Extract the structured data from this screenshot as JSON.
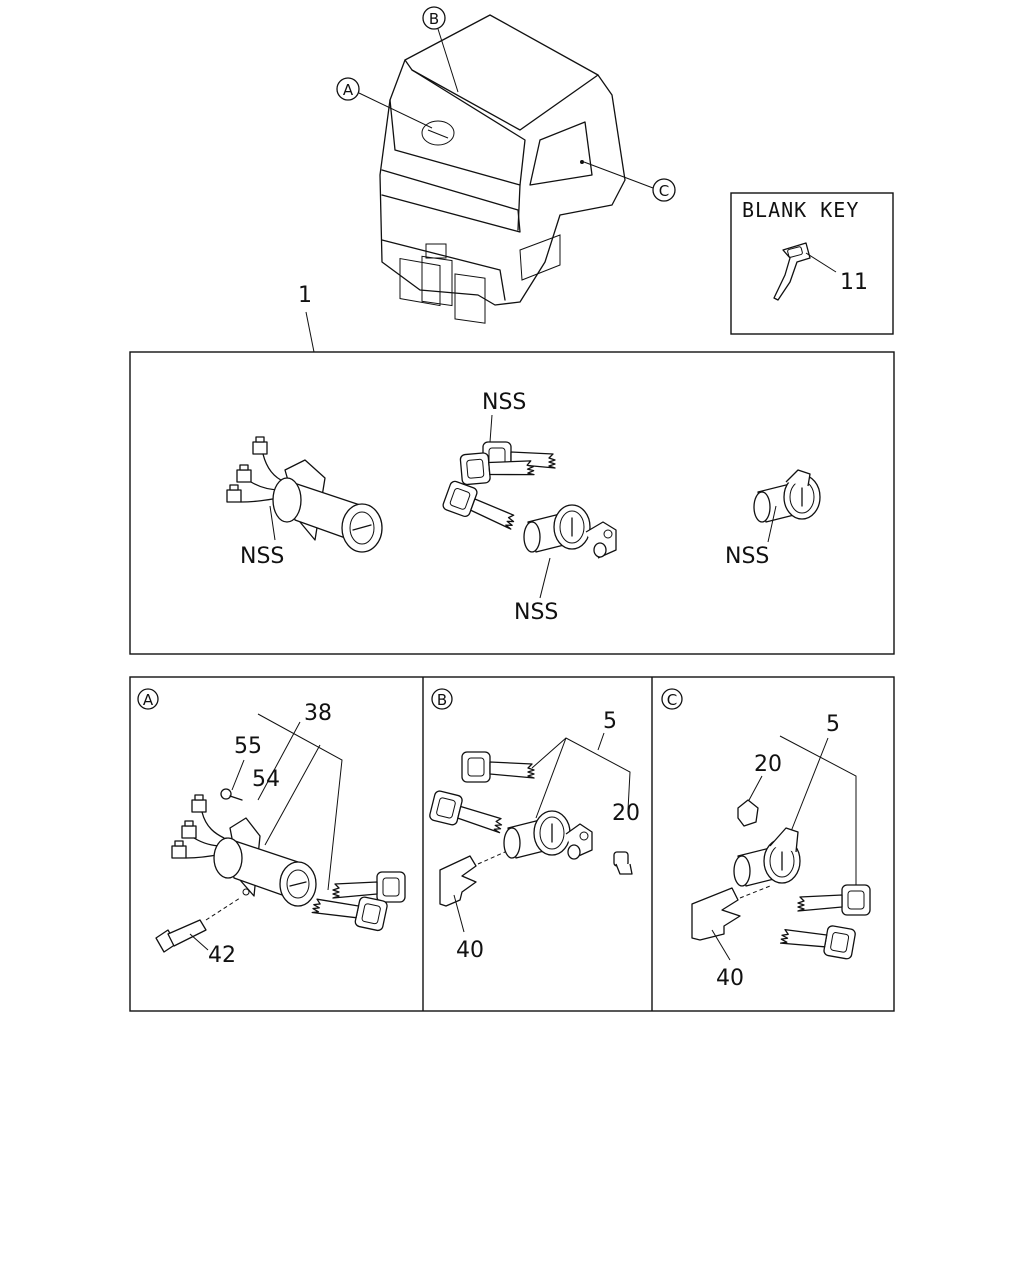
{
  "callouts": {
    "a": "A",
    "b": "B",
    "c": "C"
  },
  "blank_key": {
    "title": "BLANK KEY",
    "part": "11"
  },
  "assembly": {
    "part": "1",
    "nss": "NSS"
  },
  "panel_a": {
    "tag": "A",
    "p38": "38",
    "p55": "55",
    "p54": "54",
    "p42": "42"
  },
  "panel_b": {
    "tag": "B",
    "p5": "5",
    "p20": "20",
    "p40": "40"
  },
  "panel_c": {
    "tag": "C",
    "p5": "5",
    "p20": "20",
    "p40": "40"
  }
}
